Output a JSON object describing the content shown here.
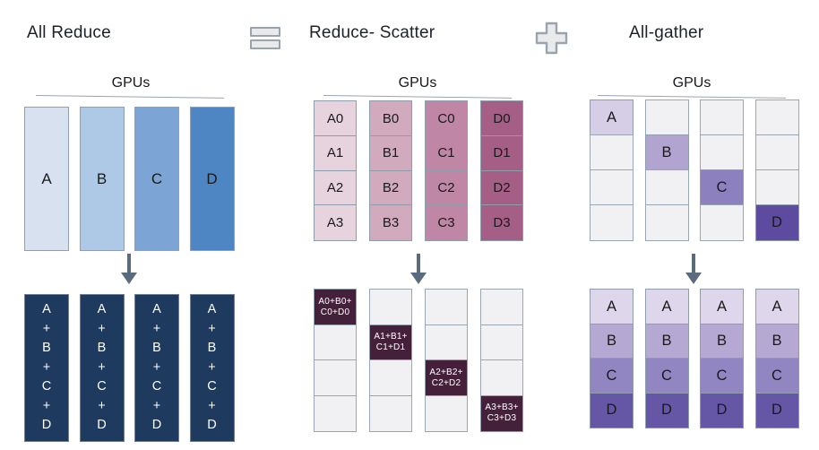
{
  "colors": {
    "background": "#ffffff",
    "title_text": "#1d2129",
    "cell_text": "#1a1a1a",
    "arrow": "#5b6b7e",
    "gpus_underline": "#9aa3b2",
    "operator_fill": "#e8eaec",
    "operator_stroke": "#9aa4ae",
    "empty_cell_fill": "#f1f0f2",
    "empty_cell_border": "#9aa6b2"
  },
  "operators": {
    "equals_icon": "equals-icon",
    "plus_icon": "plus-icon"
  },
  "sections": {
    "all_reduce": {
      "title": "All Reduce",
      "gpus_label": "GPUs",
      "top_columns": [
        {
          "label": "A",
          "fill": "#d7e1f0"
        },
        {
          "label": "B",
          "fill": "#aec9e5"
        },
        {
          "label": "C",
          "fill": "#7ca4d4"
        },
        {
          "label": "D",
          "fill": "#4e86c3"
        }
      ],
      "bottom_columns": {
        "count": 4,
        "fill": "#1e3a5e",
        "text_color": "#ffffff",
        "lines": [
          "A",
          "+",
          "B",
          "+",
          "C",
          "+",
          "D"
        ]
      }
    },
    "reduce_scatter": {
      "title": "Reduce- Scatter",
      "gpus_label": "GPUs",
      "top_grid_columns": [
        {
          "fill": "#e6d3dd",
          "cells": [
            "A0",
            "A1",
            "A2",
            "A3"
          ]
        },
        {
          "fill": "#d1aabe",
          "cells": [
            "B0",
            "B1",
            "B2",
            "B3"
          ]
        },
        {
          "fill": "#bf87a5",
          "cells": [
            "C0",
            "C1",
            "C2",
            "C3"
          ]
        },
        {
          "fill": "#a55e85",
          "cells": [
            "D0",
            "D1",
            "D2",
            "D3"
          ]
        }
      ],
      "bottom_grid": {
        "rows": 4,
        "cols": 4,
        "filled_fill": "#45203b",
        "filled_text_color": "#ffffff",
        "filled_cells": [
          {
            "col": 0,
            "row": 0,
            "lines": [
              "A0+B0+",
              "C0+D0"
            ]
          },
          {
            "col": 1,
            "row": 1,
            "lines": [
              "A1+B1+",
              "C1+D1"
            ]
          },
          {
            "col": 2,
            "row": 2,
            "lines": [
              "A2+B2+",
              "C2+D2"
            ]
          },
          {
            "col": 3,
            "row": 3,
            "lines": [
              "A3+B3+",
              "C3+D3"
            ]
          }
        ]
      }
    },
    "all_gather": {
      "title": "All-gather",
      "gpus_label": "GPUs",
      "top_grid": {
        "rows": 4,
        "cols": 4,
        "filled_cells": [
          {
            "col": 0,
            "row": 0,
            "label": "A",
            "fill": "#d6cde6"
          },
          {
            "col": 1,
            "row": 1,
            "label": "B",
            "fill": "#b1a4d1"
          },
          {
            "col": 2,
            "row": 2,
            "label": "C",
            "fill": "#8c80be"
          },
          {
            "col": 3,
            "row": 3,
            "label": "D",
            "fill": "#5d4b9f"
          }
        ]
      },
      "bottom_grid": {
        "cols": 4,
        "row_cells": [
          {
            "label": "A",
            "fill": "#ded7eb"
          },
          {
            "label": "B",
            "fill": "#b5a9d4"
          },
          {
            "label": "C",
            "fill": "#9286c2"
          },
          {
            "label": "D",
            "fill": "#6557a6"
          }
        ]
      }
    }
  }
}
